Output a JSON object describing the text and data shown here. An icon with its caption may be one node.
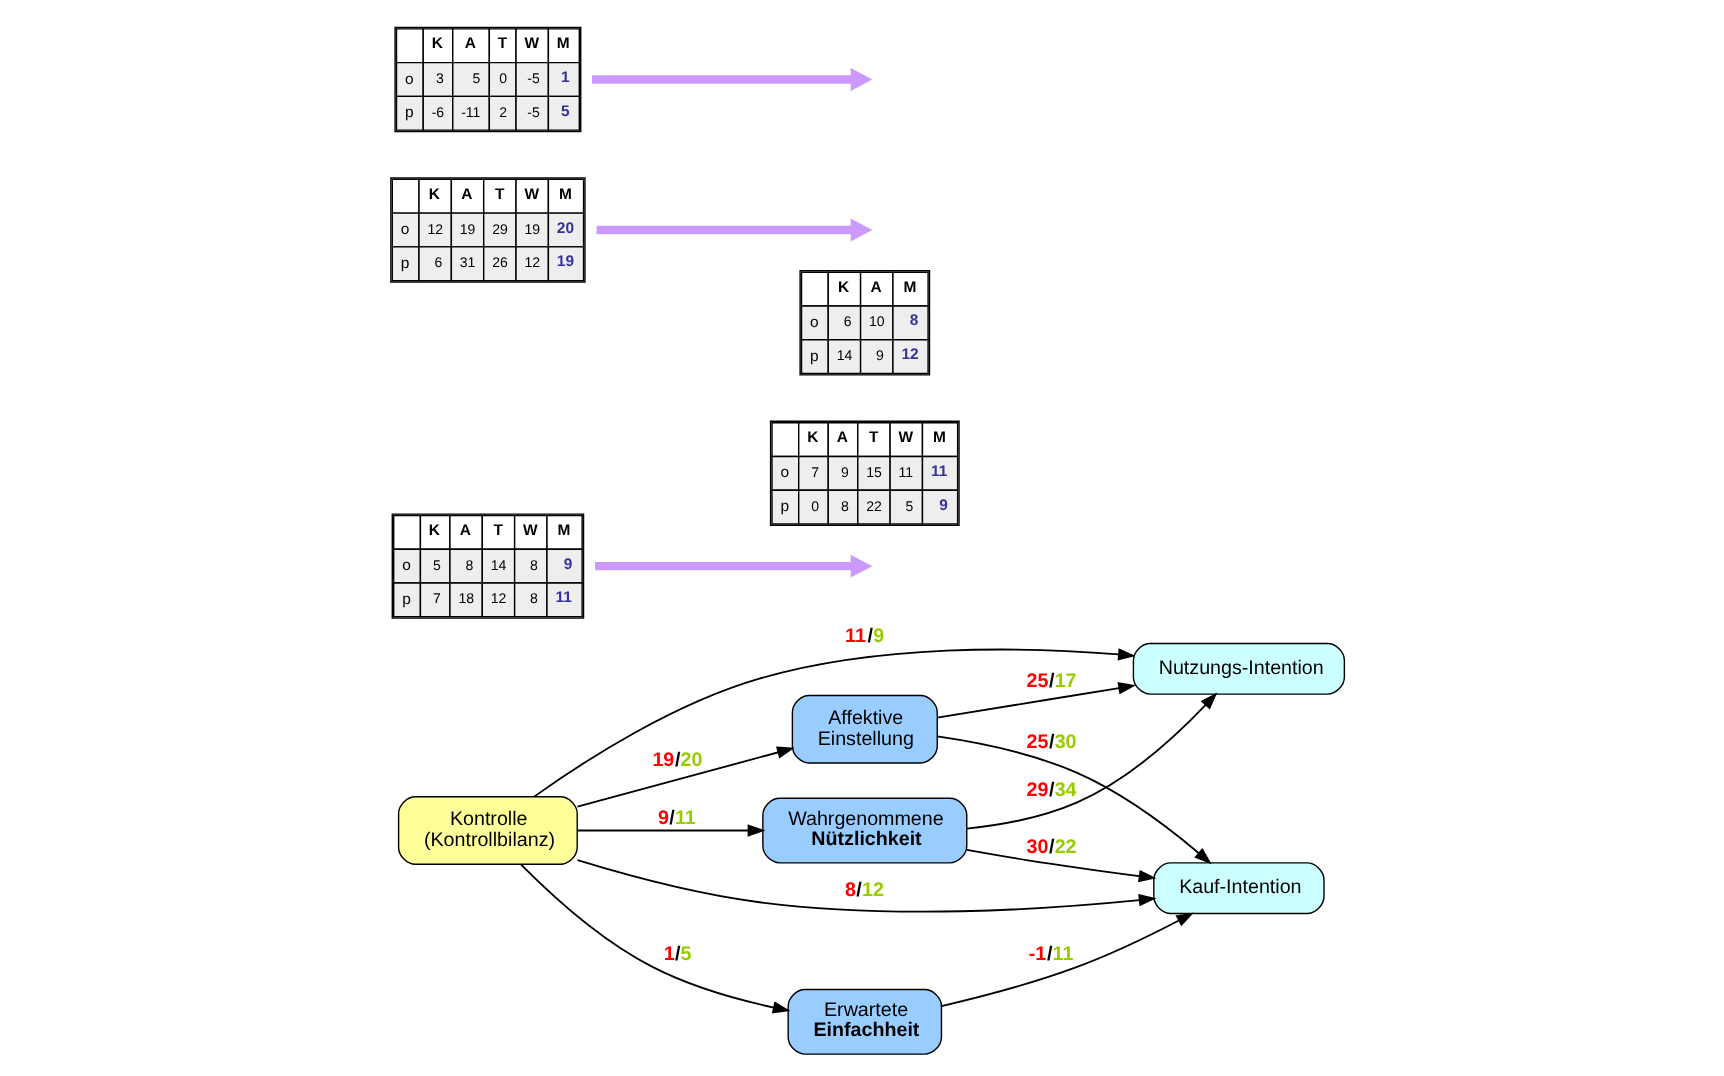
{
  "diagram": {
    "nodes": [
      {
        "text": [
          "Kontrolle",
          "(Kontrollbilanz)"
        ]
      },
      {
        "text": [
          "Wahrgenommene",
          "Nützlichkeit"
        ]
      },
      {
        "text": [
          "Erwartete",
          "Einfachheit"
        ]
      },
      {
        "text": [
          "Affektive",
          "Einstellung"
        ]
      },
      {
        "text": [
          "Nutzungs-Intention"
        ]
      },
      {
        "text": [
          "Kauf-Intention"
        ]
      },
      {
        "text": [
          "K",
          "A",
          "T",
          "W",
          "M",
          "o",
          "5",
          "8",
          "14",
          "8",
          "9",
          "p",
          "7",
          "18",
          "12",
          "8",
          "11"
        ]
      },
      {
        "text": [
          "K",
          "A",
          "T",
          "W",
          "M",
          "o",
          "7",
          "9",
          "15",
          "11",
          "11",
          "p",
          "0",
          "8",
          "22",
          "5",
          "9"
        ]
      },
      {
        "text": [
          "K",
          "A",
          "M",
          "o",
          "6",
          "10",
          "8",
          "p",
          "14",
          "9",
          "12"
        ]
      },
      {
        "text": [
          "K",
          "A",
          "T",
          "W",
          "M",
          "o",
          "12",
          "19",
          "29",
          "19",
          "20",
          "p",
          "6",
          "31",
          "26",
          "12",
          "19"
        ]
      },
      {
        "text": [
          "K",
          "A",
          "T",
          "W",
          "M",
          "o",
          "3",
          "5",
          "0",
          "-5",
          "1",
          "p",
          "-6",
          "-11",
          "2",
          "-5",
          "5"
        ]
      }
    ],
    "edges": [
      {
        "from": 0,
        "to": 1,
        "arrow": "to",
        "label": "9/11"
      },
      {
        "from": 0,
        "to": 4,
        "arrow": "to",
        "label": "11/9"
      },
      {
        "from": 0,
        "to": 5,
        "arrow": "to",
        "label": "8/12"
      },
      {
        "from": 0,
        "to": 3,
        "arrow": "to",
        "label": "19/20"
      },
      {
        "from": 0,
        "to": 2,
        "arrow": "to",
        "label": "1/5"
      },
      {
        "from": 1,
        "to": 4,
        "arrow": "to",
        "label": "29/34"
      },
      {
        "from": 1,
        "to": 5,
        "arrow": "to",
        "label": "30/22"
      },
      {
        "from": 2,
        "to": 5,
        "arrow": "to",
        "label": "-1/11"
      },
      {
        "from": 3,
        "to": 4,
        "arrow": "to",
        "label": "25/17"
      },
      {
        "from": 3,
        "to": 5,
        "arrow": "to",
        "label": "25/30"
      },
      {
        "from": 6,
        "to": null,
        "arrow": "to",
        "style": "thick",
        "color": "#cc99ff"
      },
      {
        "from": 9,
        "to": null,
        "arrow": "to",
        "style": "thick",
        "color": "#cc99ff"
      },
      {
        "from": 10,
        "to": null,
        "arrow": "to",
        "style": "thick",
        "color": "#cc99ff"
      }
    ]
  }
}
